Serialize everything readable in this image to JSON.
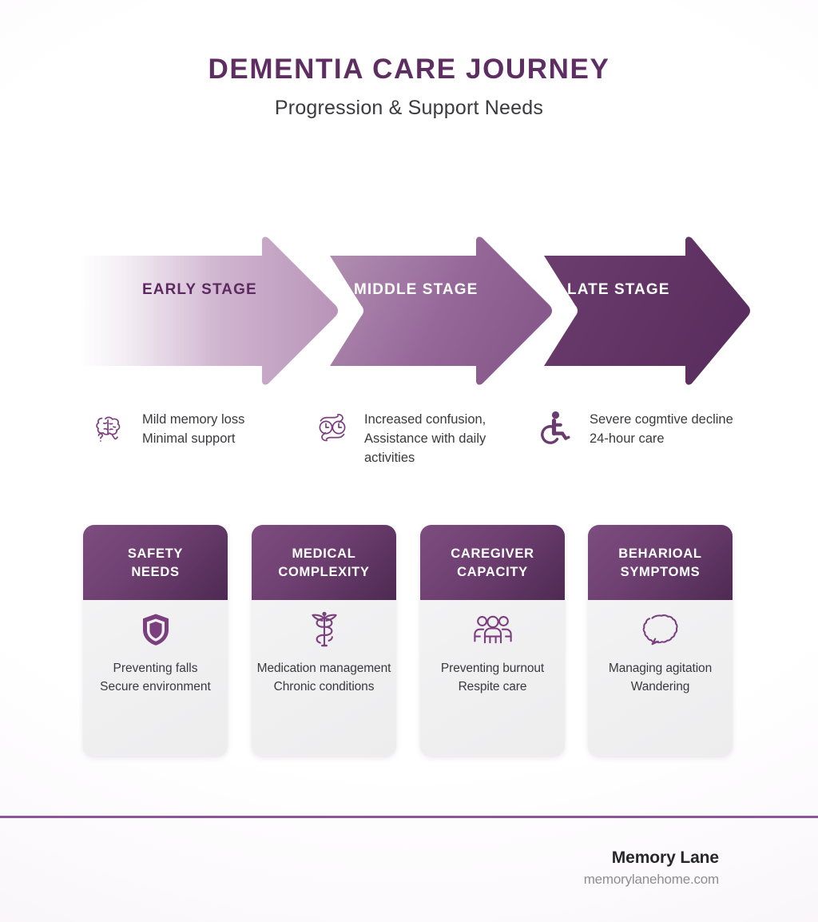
{
  "header": {
    "title": "DEMENTIA CARE JOURNEY",
    "subtitle": "Progression & Support Needs"
  },
  "stages": [
    {
      "label": "EARLY STAGE",
      "icon": "brain-question-icon",
      "notes": [
        "Mild memory loss",
        "Minimal support"
      ],
      "fill_from": "#ffffff",
      "fill_to": "#B894B8",
      "label_color": "#5C2A60"
    },
    {
      "label": "MIDDLE STAGE",
      "icon": "clock-hands-icon",
      "notes": [
        "Increased confusion,",
        "Assistance with daily",
        "activities"
      ],
      "fill_from": "#B08FB0",
      "fill_to": "#8A5E8D",
      "label_color": "#ffffff"
    },
    {
      "label": "LATE STAGE",
      "icon": "wheelchair-icon",
      "notes": [
        "Severe cogmtive decline",
        "24-hour care"
      ],
      "fill_from": "#6B3E6E",
      "fill_to": "#5B3160",
      "label_color": "#ffffff"
    }
  ],
  "cards": [
    {
      "title_line1": "SAFETY",
      "title_line2": "NEEDS",
      "icon": "shield-icon",
      "body": [
        "Preventing falls",
        "Secure environment"
      ]
    },
    {
      "title_line1": "MEDICAL",
      "title_line2": "COMPLEXITY",
      "icon": "caduceus-icon",
      "body": [
        "Medication management",
        "Chronic conditions"
      ]
    },
    {
      "title_line1": "CAREGIVER",
      "title_line2": "CAPACITY",
      "icon": "people-group-icon",
      "body": [
        "Preventing burnout",
        "Respite care"
      ]
    },
    {
      "title_line1": "BEHARIOAL",
      "title_line2": "SYMPTOMS",
      "icon": "speech-bubble-icon",
      "body": [
        "Managing agitation",
        "Wandering"
      ]
    }
  ],
  "footer": {
    "brand": "Memory Lane",
    "site": "memorylanehome.com",
    "divider_color": "#8E569A"
  },
  "colors": {
    "accent_dark": "#5E2E63",
    "accent_mid": "#8A5E8D",
    "accent_light": "#B894B8",
    "icon_purple": "#7B3F7E",
    "card_header_from": "#7E4D80",
    "card_header_to": "#4E2A52",
    "text_dark": "#3a3a3e"
  }
}
